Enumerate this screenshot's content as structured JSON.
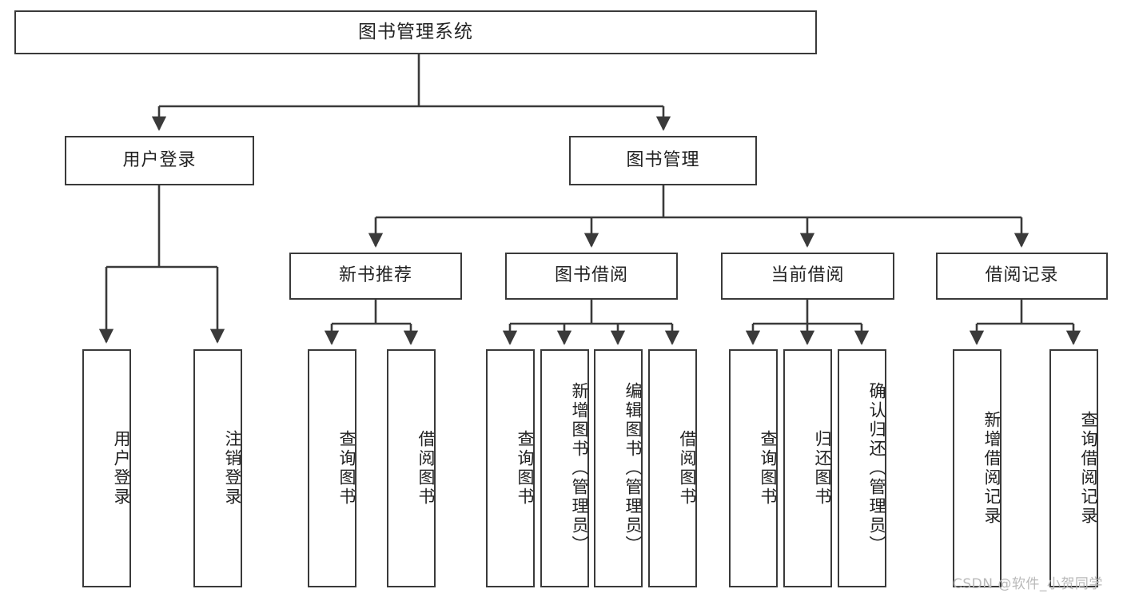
{
  "diagram": {
    "title": "图书管理系统",
    "watermark": "CSDN @软件_小贺同学",
    "root": {
      "label": "图书管理系统"
    },
    "level2": [
      {
        "label": "用户登录"
      },
      {
        "label": "图书管理"
      }
    ],
    "level3": [
      {
        "label": "新书推荐"
      },
      {
        "label": "图书借阅"
      },
      {
        "label": "当前借阅"
      },
      {
        "label": "借阅记录"
      }
    ],
    "leaves_user_login": [
      {
        "label": "用户登录"
      },
      {
        "label": "注销登录"
      }
    ],
    "leaves_new_book": [
      {
        "label": "查询图书"
      },
      {
        "label": "借阅图书"
      }
    ],
    "leaves_borrow": [
      {
        "label": "查询图书"
      },
      {
        "label": "新增图书（管理员）"
      },
      {
        "label": "编辑图书（管理员）"
      },
      {
        "label": "借阅图书"
      }
    ],
    "leaves_current": [
      {
        "label": "查询图书"
      },
      {
        "label": "归还图书"
      },
      {
        "label": "确认归还（管理员）"
      }
    ],
    "leaves_records": [
      {
        "label": "新增借阅记录"
      },
      {
        "label": "查询借阅记录"
      }
    ],
    "colors": {
      "stroke": "#3a3a3a",
      "background": "#ffffff",
      "text": "#222222",
      "watermark": "#b9b9b9"
    }
  }
}
